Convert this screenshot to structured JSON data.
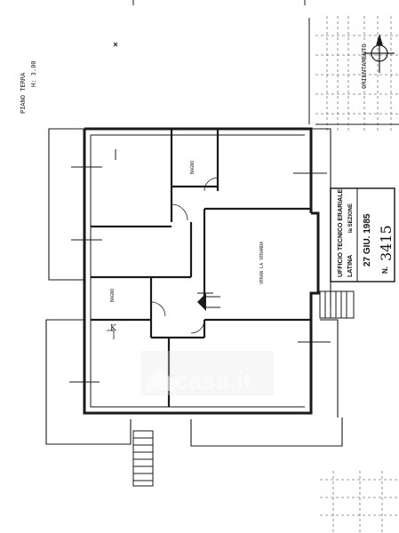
{
  "plan": {
    "floor_title": "PIANO TERRA",
    "height_label": "H: 3.00",
    "orientation_label": "ORIENTAMENTO",
    "room_labels": {
      "bagno_top": "BAGNO",
      "bagno_mid": "BAGNO",
      "veranda": "VERAN LA VERANDA",
      "kitchen_mark": "K"
    }
  },
  "stamp": {
    "office": "UFFICIO TECNICO ERARIALE",
    "city": "LATINA",
    "section": "Ia SEZIONE",
    "date": "27 GIU. 1985",
    "number_prefix": "N.",
    "number": "3415"
  },
  "watermark": {
    "text": "casa.it"
  }
}
